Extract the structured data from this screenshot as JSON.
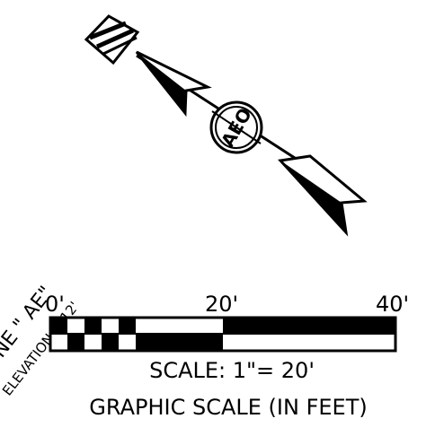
{
  "north_arrow": {
    "monogram": "AEO",
    "ink_color": "#000000",
    "paper_color": "#ffffff"
  },
  "rotated_note": {
    "line1": "NE  \" AE\"",
    "line2": "ELEVATION = 12'"
  },
  "scale_bar": {
    "tick_labels": [
      "0'",
      "20'",
      "40'"
    ],
    "scale_text": "SCALE:  1\"= 20'",
    "caption": "GRAPHIC SCALE (IN FEET)"
  }
}
